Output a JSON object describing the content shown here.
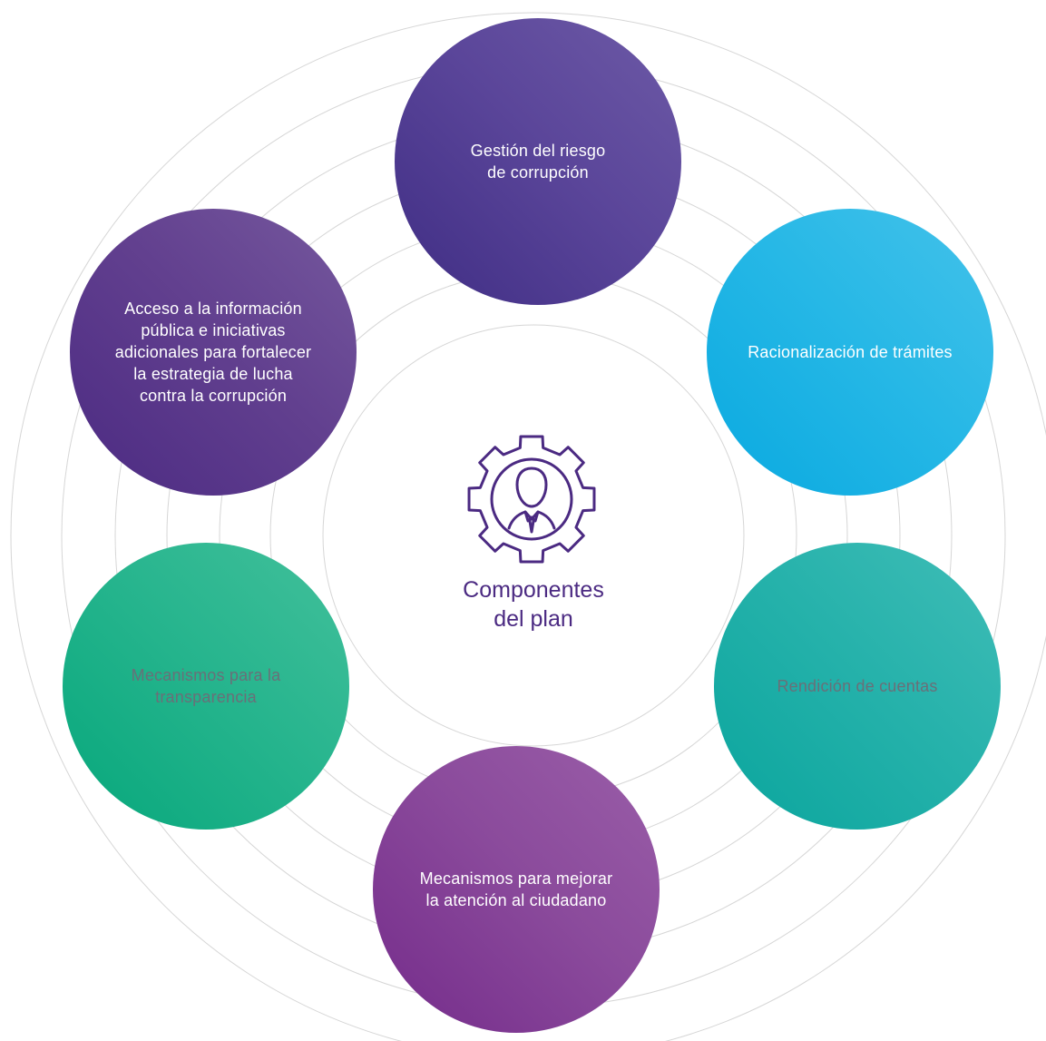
{
  "center": {
    "title_line1": "Componentes",
    "title_line2": "del plan",
    "icon": "gear-person-icon",
    "color": "#4b2a82"
  },
  "components": [
    {
      "id": "gestion",
      "lines": [
        "Gestión del riesgo",
        "de corrupción"
      ],
      "color": "#4a3a8c"
    },
    {
      "id": "racionalizacion",
      "lines": [
        "Racionalización de trámites"
      ],
      "color": "#1cb3e4"
    },
    {
      "id": "rendicion",
      "lines": [
        "Rendición de cuentas"
      ],
      "color": "#22b0a9"
    },
    {
      "id": "atencion",
      "lines": [
        "Mecanismos para mejorar",
        "la atención al ciudadano"
      ],
      "color": "#874795"
    },
    {
      "id": "transparencia",
      "lines": [
        "Mecanismos para la",
        "transparencia"
      ],
      "color": "#22b28b"
    },
    {
      "id": "acceso",
      "lines": [
        "Acceso a la información",
        "pública e iniciativas",
        "adicionales para fortalecer",
        "la estrategia de lucha",
        "contra la corrupción"
      ],
      "color": "#5c3a8c"
    }
  ],
  "colors": {
    "ring_stroke": "#d4d4d4",
    "background": "#ffffff"
  }
}
